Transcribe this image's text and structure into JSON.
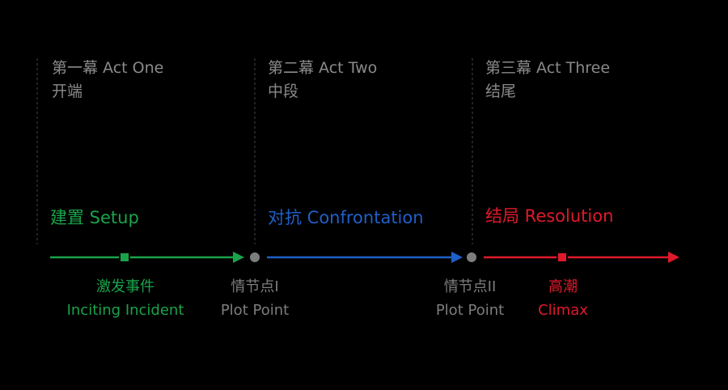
{
  "colors": {
    "setup": "#1aa34a",
    "confrontation": "#1f5fc9",
    "resolution": "#e0192a",
    "plot_point": "#7d7d7d",
    "act_text": "#8a8a8a",
    "divider": "#3a3a3a"
  },
  "acts": [
    {
      "title": "第一幕 Act One",
      "subtitle": "开端"
    },
    {
      "title": "第二幕 Act Two",
      "subtitle": "中段"
    },
    {
      "title": "第三幕 Act Three",
      "subtitle": "结尾"
    }
  ],
  "phases": {
    "setup": "建置 Setup",
    "confrontation": "对抗 Confrontation",
    "resolution": "结局 Resolution"
  },
  "events": {
    "inciting": {
      "cn": "激发事件",
      "en": "Inciting Incident"
    },
    "plot_point_1": {
      "cn": "情节点I",
      "en": "Plot Point"
    },
    "plot_point_2": {
      "cn": "情节点II",
      "en": "Plot Point"
    },
    "climax": {
      "cn": "高潮",
      "en": "Climax"
    }
  }
}
